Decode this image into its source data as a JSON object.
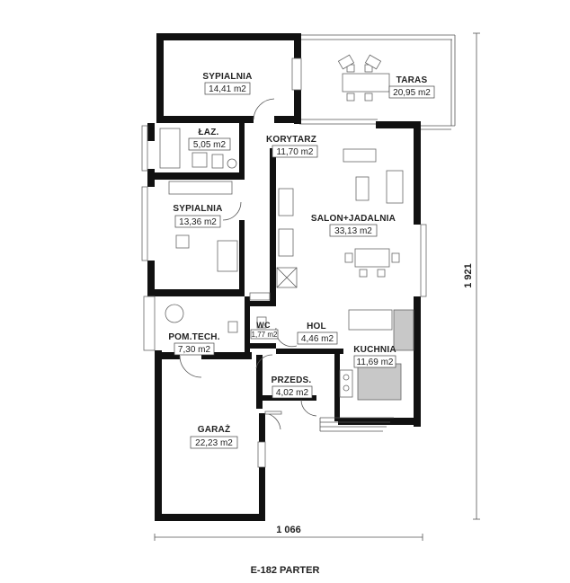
{
  "rooms": {
    "sypialnia1": {
      "name": "SYPIALNIA",
      "area": "14,41 m2"
    },
    "taras": {
      "name": "TARAS",
      "area": "20,95 m2"
    },
    "laz": {
      "name": "ŁAZ.",
      "area": "5,05 m2"
    },
    "korytarz": {
      "name": "KORYTARZ",
      "area": "11,70 m2"
    },
    "sypialnia2": {
      "name": "SYPIALNIA",
      "area": "13,36 m2"
    },
    "salon": {
      "name": "SALON+JADALNIA",
      "area": "33,13 m2"
    },
    "pomtech": {
      "name": "POM.TECH.",
      "area": "7,30 m2"
    },
    "wc": {
      "name": "WC",
      "area": "1,77 m2"
    },
    "hol": {
      "name": "HOL",
      "area": "4,46 m2"
    },
    "kuchnia": {
      "name": "KUCHNIA",
      "area": "11,69 m2"
    },
    "przeds": {
      "name": "PRZEDS.",
      "area": "4,02 m2"
    },
    "garaz": {
      "name": "GARAŻ",
      "area": "22,23 m2"
    }
  },
  "dimensions": {
    "width": "1 066",
    "depth": "1 921"
  },
  "caption": "E-182 PARTER",
  "colors": {
    "wall": "#111111",
    "kitchen_counter": "#c8c8c8",
    "background": "#ffffff"
  }
}
